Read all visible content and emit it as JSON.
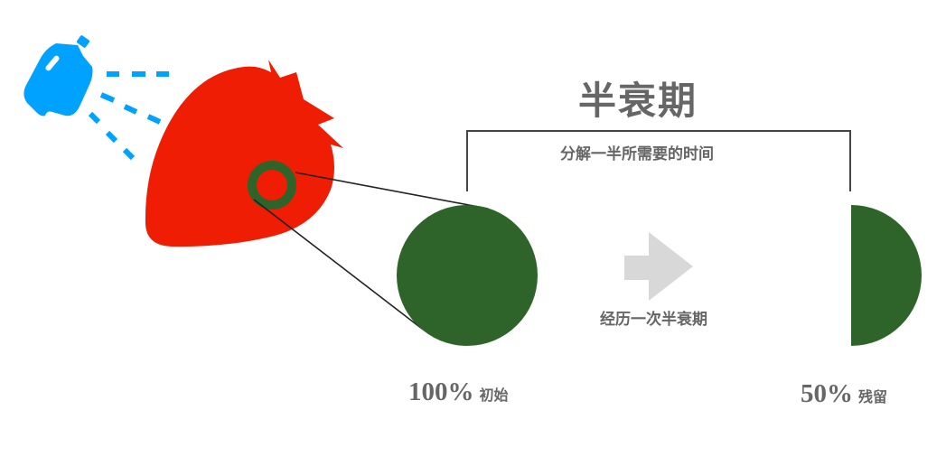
{
  "diagram": {
    "title": "半衰期",
    "bracket_caption": "分解一半所需要的时间",
    "transition_label": "经历一次半衰期",
    "initial": {
      "percent": "100%",
      "note": "初始"
    },
    "remaining": {
      "percent": "50%",
      "note": "残留"
    }
  },
  "colors": {
    "bottle": "#00A2FF",
    "strawberry": "#EE1D03",
    "residue": "#2E6429",
    "arrow": "#D8D8D8",
    "text": "#666666",
    "line": "#222222",
    "bracket": "#444444"
  },
  "icons": [
    "spray-bottle-icon",
    "strawberry-icon",
    "residue-ring-icon",
    "right-arrow-icon"
  ]
}
